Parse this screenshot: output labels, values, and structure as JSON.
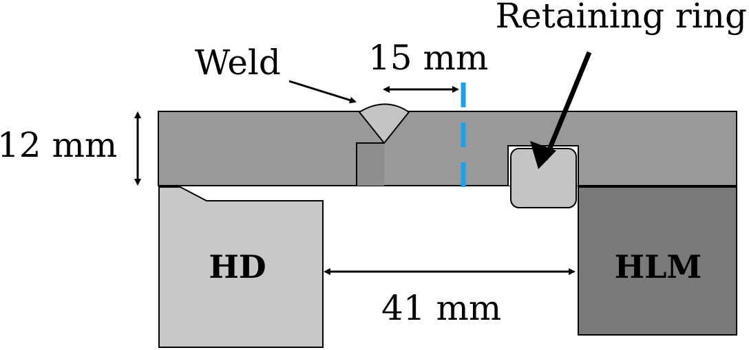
{
  "labels": {
    "retaining_ring": "Retaining ring",
    "weld": "Weld",
    "dim_15": "15 mm",
    "dim_12": "12 mm",
    "dim_41": "41 mm",
    "hd": "HD",
    "hlm": "HLM"
  },
  "colors": {
    "plate": "#999999",
    "plate_dark": "#8c8c8c",
    "hd_block": "#c8c8c8",
    "hlm_block": "#7a7a7a",
    "ring": "#c4c4c4",
    "weld": "#c4c4c4",
    "cut_line": "#1aa3ec",
    "stroke": "#000000"
  }
}
